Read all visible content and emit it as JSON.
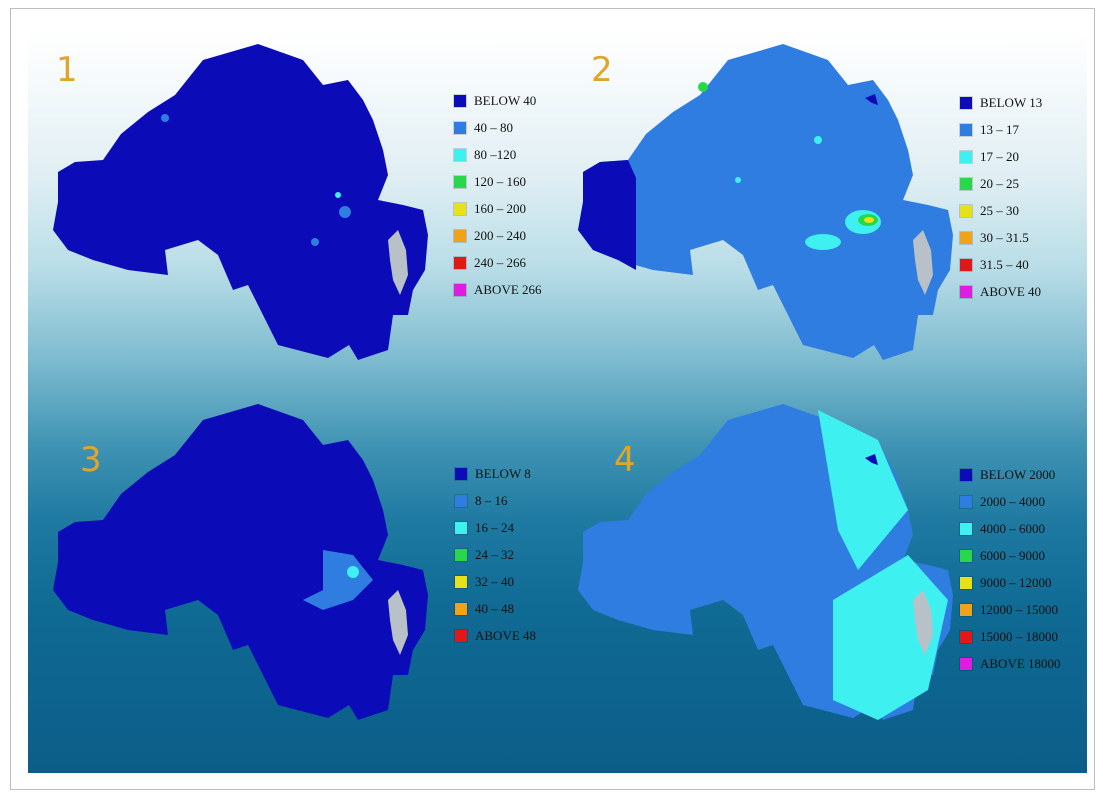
{
  "panels": [
    {
      "number": "1",
      "legend": [
        {
          "label": "BELOW 40",
          "color": "#0b0bb8"
        },
        {
          "label": "40 – 80",
          "color": "#2f7de0"
        },
        {
          "label": "80 –120",
          "color": "#3ff0f0"
        },
        {
          "label": "120 – 160",
          "color": "#28d84a"
        },
        {
          "label": "160 – 200",
          "color": "#e8e018"
        },
        {
          "label": "200 – 240",
          "color": "#f0a21a"
        },
        {
          "label": "240 – 266",
          "color": "#e01818"
        },
        {
          "label": "ABOVE 266",
          "color": "#e01ce0"
        }
      ]
    },
    {
      "number": "2",
      "legend": [
        {
          "label": "BELOW 13",
          "color": "#0b0bb8"
        },
        {
          "label": "13 – 17",
          "color": "#2f7de0"
        },
        {
          "label": "17 – 20",
          "color": "#3ff0f0"
        },
        {
          "label": "20 – 25",
          "color": "#28d84a"
        },
        {
          "label": "25 – 30",
          "color": "#e8e018"
        },
        {
          "label": "30 – 31.5",
          "color": "#f0a21a"
        },
        {
          "label": "31.5 – 40",
          "color": "#e01818"
        },
        {
          "label": "ABOVE 40",
          "color": "#e01ce0"
        }
      ]
    },
    {
      "number": "3",
      "legend": [
        {
          "label": "BELOW 8",
          "color": "#0b0bb8"
        },
        {
          "label": "8 – 16",
          "color": "#2f7de0"
        },
        {
          "label": "16 – 24",
          "color": "#3ff0f0"
        },
        {
          "label": "24 – 32",
          "color": "#28d84a"
        },
        {
          "label": "32 – 40",
          "color": "#e8e018"
        },
        {
          "label": "40 – 48",
          "color": "#f0a21a"
        },
        {
          "label": "ABOVE 48",
          "color": "#e01818"
        }
      ]
    },
    {
      "number": "4",
      "legend": [
        {
          "label": "BELOW 2000",
          "color": "#0b0bb8"
        },
        {
          "label": "2000 – 4000",
          "color": "#2f7de0"
        },
        {
          "label": "4000 – 6000",
          "color": "#3ff0f0"
        },
        {
          "label": "6000 – 9000",
          "color": "#28d84a"
        },
        {
          "label": "9000 – 12000",
          "color": "#e8e018"
        },
        {
          "label": "12000 – 15000",
          "color": "#f0a21a"
        },
        {
          "label": "15000 – 18000",
          "color": "#e01818"
        },
        {
          "label": "ABOVE 18000",
          "color": "#e01ce0"
        }
      ]
    }
  ],
  "colors": {
    "number_text": "#e1a52c",
    "dark_blue": "#0b0bb8",
    "mid_blue": "#2f7de0",
    "cyan": "#3ff0f0",
    "lough": "#b8c0c8"
  }
}
